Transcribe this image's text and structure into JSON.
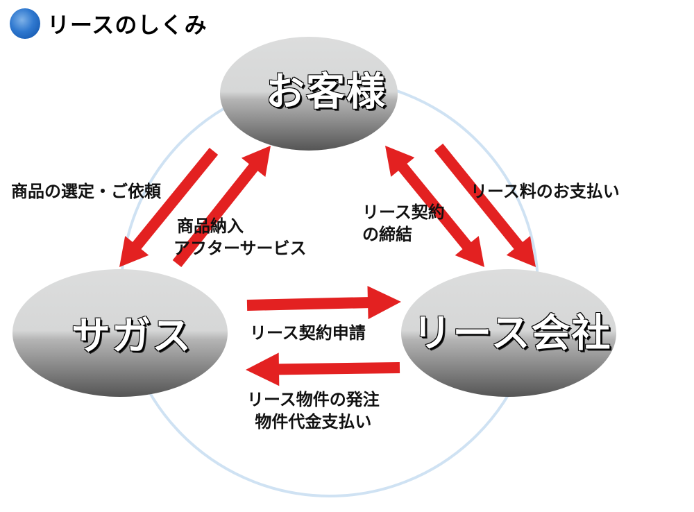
{
  "title": {
    "text": "リースのしくみ",
    "bullet_icon": "blue-sphere-bullet"
  },
  "colors": {
    "arrow": "#e32121",
    "ring": "#cfe2f3",
    "node_top": "#dcdddd",
    "node_bottom": "#555555",
    "bullet": "#2f78cf"
  },
  "nodes": {
    "customer": {
      "label": "お客様"
    },
    "sagas": {
      "label": "サガス"
    },
    "lease_company": {
      "label": "リース会社"
    }
  },
  "flows": {
    "selection_request": {
      "label": "商品の選定・ご依頼",
      "from": "お客様",
      "to": "サガス"
    },
    "delivery_service": {
      "line1": "商品納入",
      "line2": "アフターサービス",
      "from": "サガス",
      "to": "お客様"
    },
    "contract_signing": {
      "line1": "リース契約",
      "line2": "の締結",
      "from": "リース会社",
      "to": "お客様",
      "bidirectional": true
    },
    "lease_payment": {
      "label": "リース料のお支払い",
      "from": "お客様",
      "to": "リース会社"
    },
    "contract_application": {
      "label": "リース契約申請",
      "from": "サガス",
      "to": "リース会社"
    },
    "order_payment": {
      "line1": "リース物件の発注",
      "line2": "物件代金支払い",
      "from": "リース会社",
      "to": "サガス"
    }
  }
}
